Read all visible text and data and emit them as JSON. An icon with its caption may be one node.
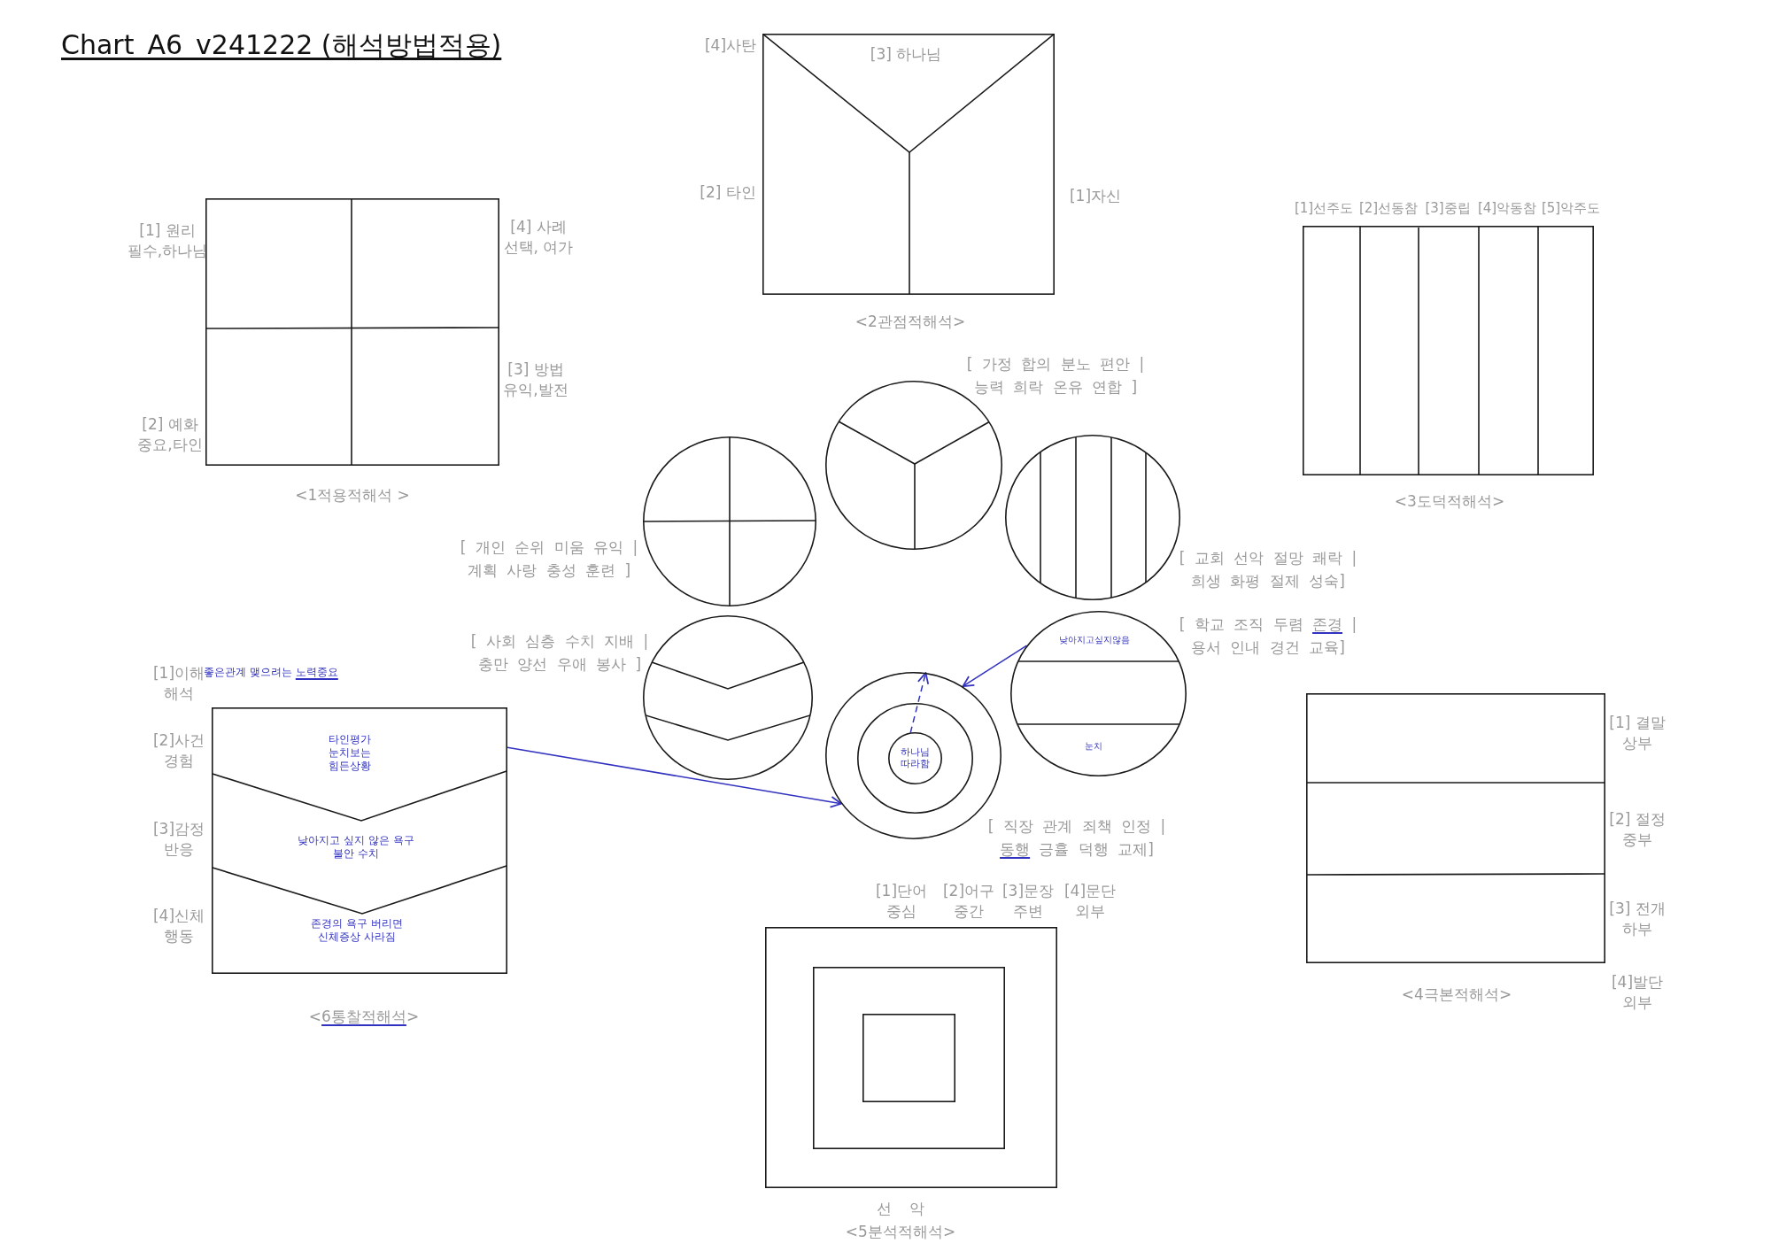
{
  "diagram": {
    "title": "Chart_A6_v241222 (해석방법적용)",
    "nodes": [
      {
        "text": [],
        "shape": "box",
        "beside": [
          "[1] 원리 필수,하나님",
          "[4] 사례 선택, 여가",
          "[3] 방법 유익,발전",
          "[2] 예화 중요,타인",
          "<1적용적해석 >"
        ]
      },
      {
        "text": [
          "[3] 하나님"
        ],
        "beside": [
          "[4]사탄",
          "[2] 타인",
          "[1]자신",
          "<2관점적해석>"
        ]
      },
      {
        "text": [],
        "shape": "box",
        "beside": [
          "[1]선주도",
          "[2]선동참",
          "[3]중립",
          "[4]악동참",
          "[5]악주도",
          "<3도덕적해석>"
        ]
      },
      {
        "text": [],
        "shape": "box",
        "beside": [
          "[1] 결말 상부",
          "[2] 절정 중부",
          "[3] 전개 하부",
          "[4]발단 외부",
          "<4극본적해석>"
        ]
      },
      {
        "text": [],
        "shape": "box",
        "beside": [
          "[1]단어 중심",
          "[2]어구 중간",
          "[3]문장 주변",
          "[4]문단 외부",
          "선 악",
          "<5분석적해석>"
        ]
      },
      {
        "text": [],
        "shape": "box",
        "in": 4
      },
      {
        "text": [],
        "shape": "box",
        "in": 5
      },
      {
        "text": [
          "타인평가 눈치보는 힘든상황",
          "낮아지고 싶지 않은 욕구 불안 수치",
          "존경의 욕구 버리면 신체증상 사라짐"
        ],
        "beside": [
          "[1]이해 해석",
          "좋은관계 맺으려는 노력중요",
          "[2]사건 경험",
          "[3]감정 반응",
          "[4]신체 행동",
          "<6통찰적해석>"
        ]
      },
      {
        "text": [],
        "shape": "circle",
        "beside": [
          "[ 개인 순위 미움 유익 | 계획 사랑 충성 훈련 ]"
        ]
      },
      {
        "text": [],
        "shape": "circle",
        "beside": [
          "[ 가정 합의 분노 편안 | 능력 희락 온유 연합 ]"
        ]
      },
      {
        "text": [],
        "shape": "circle",
        "beside": [
          "[ 교회 선악 절망 쾌락 | 희생 화평 절제 성숙]"
        ]
      },
      {
        "text": [],
        "shape": "circle",
        "beside": [
          "[ 사회 심층 수치 지배 | 충만 양선 우애 봉사 ]"
        ]
      },
      {
        "text": [
          "낮아지고싶지않음",
          "눈치"
        ],
        "beside": [
          "[ 학교 조직 두렴 존경 | 용서 인내 경건 교육]"
        ]
      },
      {
        "text": [],
        "shape": "circle",
        "beside": [
          "[ 직장 관계 죄책 인정 | 동행 긍휼 덕행 교제]"
        ]
      },
      {
        "text": [],
        "shape": "circle",
        "in": 13
      },
      {
        "text": [
          "하나님 따라함"
        ],
        "in": 14
      }
    ],
    "edges": [
      {
        "from": 7,
        "to": 13,
        "arrow": "to"
      },
      {
        "from": 12,
        "to": 13,
        "arrow": "to"
      },
      {
        "from": 15,
        "to": 13,
        "arrow": "to",
        "style": "dashed"
      }
    ]
  }
}
